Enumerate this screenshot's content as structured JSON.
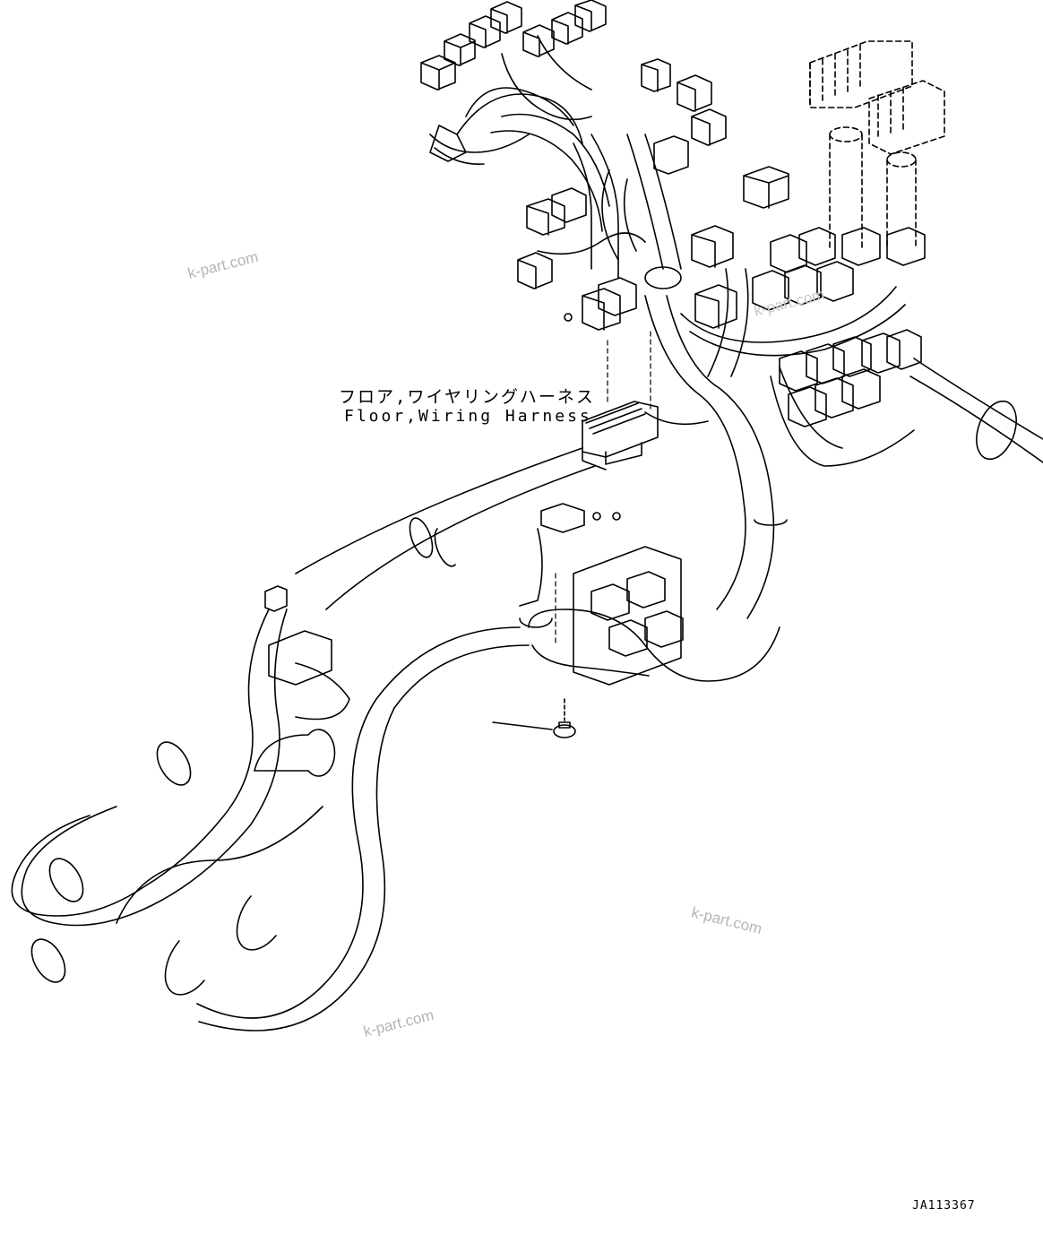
{
  "labels": {
    "part_name_jp": "フロア,ワイヤリングハーネス",
    "part_name_en": "Floor,Wiring Harness",
    "figure_id": "JA113367"
  },
  "watermarks": [
    "k-part.com",
    "k-part.com",
    "k-part.com",
    "k-part.com"
  ],
  "colors": {
    "line": "#000000",
    "watermark": "#b5b5b5",
    "background": "#ffffff"
  }
}
